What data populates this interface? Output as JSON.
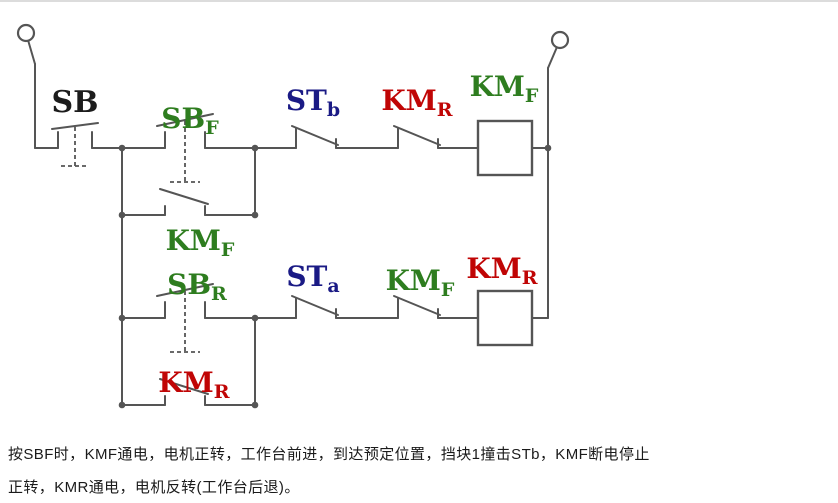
{
  "diagram": {
    "labels": {
      "sb": {
        "main": "SB",
        "sub": ""
      },
      "sbf": {
        "main": "SB",
        "sub": "F"
      },
      "kmf_aux": {
        "main": "KM",
        "sub": "F"
      },
      "sbr": {
        "main": "SB",
        "sub": "R"
      },
      "kmr_aux": {
        "main": "KM",
        "sub": "R"
      },
      "stb": {
        "main": "ST",
        "sub": "b"
      },
      "kmr_interlock": {
        "main": "KM",
        "sub": "R"
      },
      "kmf_coil": {
        "main": "KM",
        "sub": "F"
      },
      "sta": {
        "main": "ST",
        "sub": "a"
      },
      "kmf_interlock": {
        "main": "KM",
        "sub": "F"
      },
      "kmr_coil": {
        "main": "KM",
        "sub": "R"
      }
    },
    "colors": {
      "wire": "#555555",
      "black_label": "#1c1c1c",
      "green_label": "#2e7d1f",
      "red_label": "#c00505",
      "blue_label": "#1a1a85"
    }
  },
  "caption": {
    "line1": "按SBF时，KMF通电，电机正转，工作台前进，到达预定位置，挡块1撞击STb，KMF断电停止",
    "line2": "正转，KMR通电，电机反转(工作台后退)。"
  }
}
